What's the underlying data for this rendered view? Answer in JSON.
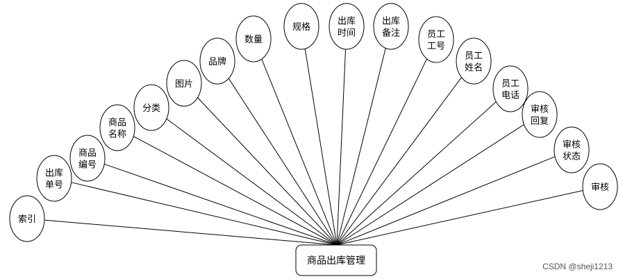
{
  "entity": {
    "label": "商品出库管理"
  },
  "attributes": [
    {
      "lines": [
        "索引"
      ]
    },
    {
      "lines": [
        "出库",
        "单号"
      ]
    },
    {
      "lines": [
        "商品",
        "编号"
      ]
    },
    {
      "lines": [
        "商品",
        "名称"
      ]
    },
    {
      "lines": [
        "分类"
      ]
    },
    {
      "lines": [
        "图片"
      ]
    },
    {
      "lines": [
        "品牌"
      ]
    },
    {
      "lines": [
        "数量"
      ]
    },
    {
      "lines": [
        "规格"
      ]
    },
    {
      "lines": [
        "出库",
        "时间"
      ]
    },
    {
      "lines": [
        "出库",
        "备注"
      ]
    },
    {
      "lines": [
        "员工",
        "工号"
      ]
    },
    {
      "lines": [
        "员工",
        "姓名"
      ]
    },
    {
      "lines": [
        "员工",
        "电话"
      ]
    },
    {
      "lines": [
        "审核",
        "回复"
      ]
    },
    {
      "lines": [
        "审核",
        "状态"
      ]
    },
    {
      "lines": [
        "审核"
      ]
    }
  ],
  "watermark": "CSDN @sheji1213"
}
